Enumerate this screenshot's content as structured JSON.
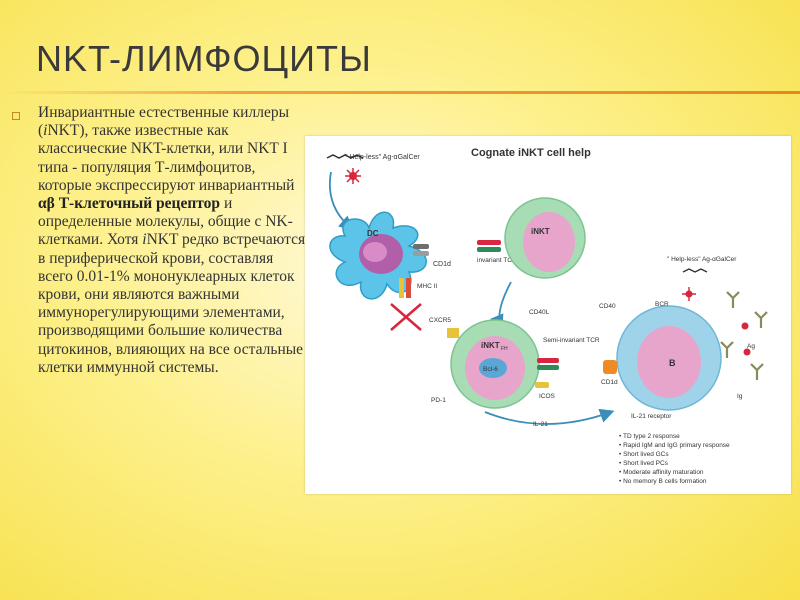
{
  "slide": {
    "title": "NKT-ЛИМФОЦИТЫ",
    "paragraph": {
      "p1": "Инвариантные естественные киллеры (",
      "p1_i": "i",
      "p2": "NKT), также известные как классические NKT-клетки, или NKT I типа - популяция Т-лимфоцитов, которые экспрессируют инвариантный ",
      "bold": "αβ Т-клеточный рецептор",
      "p3": " и определенные молекулы, общие с NK-клетками. Хотя ",
      "p3_i": "i",
      "p4": "NKT редко встречаются в периферической крови, составляя всего 0.01-1% мононуклеарных клеток крови, они являются важными иммунорегулирующими элементами, производящими большие количества цитокинов, влияющих на все остальные клетки иммунной системы."
    }
  },
  "figure": {
    "title": "Cognate iNKT cell help",
    "labels": {
      "helpless_left": "\" Help-less\" Ag-αGalCer",
      "helpless_right": "\" Help-less\" Ag-αGalCer",
      "dc": "DC",
      "cd1d_left": "CD1d",
      "mhc": "MHC II",
      "invariant_tcr": "invariant\nTCR",
      "inkt": "iNKT",
      "cd40l": "CD40L",
      "cxcr5": "CXCR5",
      "inkt_fh": "iNKT",
      "inkt_fh_sub": "FH",
      "bcl6": "Bcl-6",
      "semi_tcr": "Semi-invariant\nTCR",
      "pd1": "PD-1",
      "icos": "ICOS",
      "il21": "IL-21",
      "cd40": "CD40",
      "bcr": "BCR",
      "b": "B",
      "cd1d_right": "CD1d",
      "ag": "Ag",
      "ig": "Ig",
      "il21_receptor": "IL-21 receptor"
    },
    "outcomes": [
      "TD type 2 response",
      "Rapid IgM and IgG primary response",
      "Short lived GCs",
      "Short lived PCs",
      "Moderate affinity maturation",
      "No memory B cells formation"
    ],
    "colors": {
      "dc": "#5cc4e8",
      "inkt_outer": "#a8dcb4",
      "inkt_inner": "#e7a5cc",
      "b_outer": "#9fd3ea",
      "b_inner": "#e7a5cc",
      "arrow": "#3a8fb8",
      "accent_red": "#d7263d"
    }
  }
}
